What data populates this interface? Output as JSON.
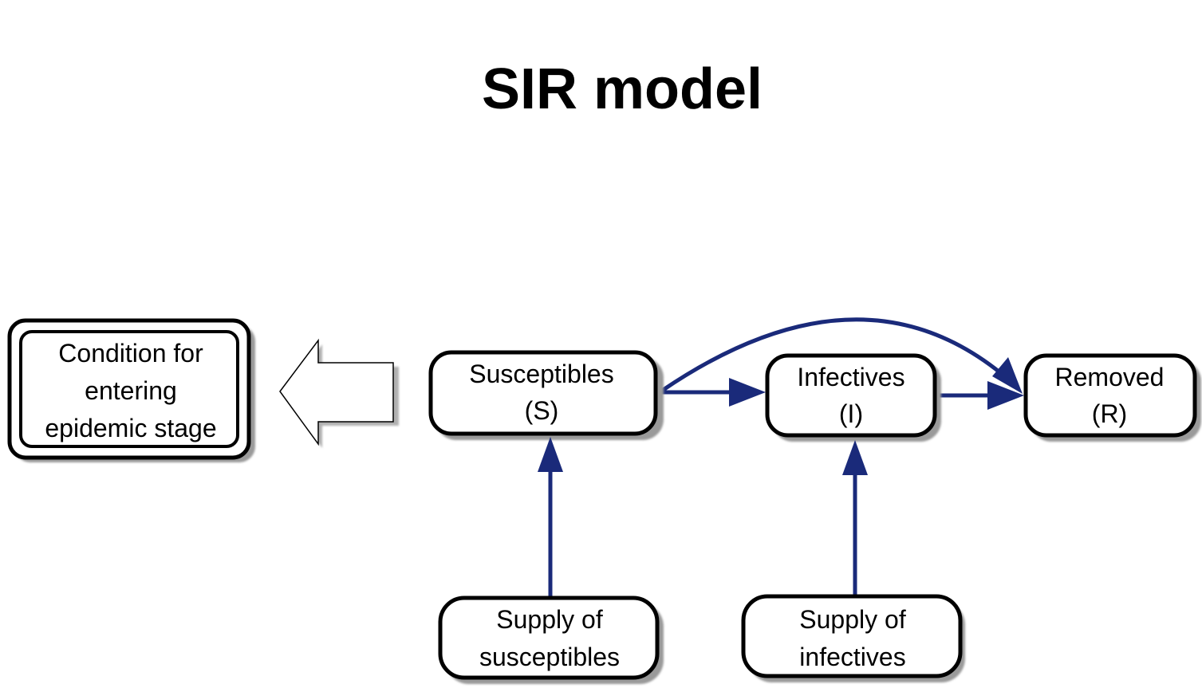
{
  "title": "SIR model",
  "colors": {
    "arrow": "#1a2a7a",
    "box_stroke": "#000000",
    "shadow": "#9a9a9a"
  },
  "nodes": {
    "condition": [
      "Condition for",
      "entering",
      "epidemic stage"
    ],
    "susceptibles": [
      "Susceptibles",
      "(S)"
    ],
    "infectives": [
      "Infectives",
      "(I)"
    ],
    "removed": [
      "Removed",
      "(R)"
    ],
    "supply_susceptibles": [
      "Supply of",
      "susceptibles"
    ],
    "supply_infectives": [
      "Supply of",
      "infectives"
    ]
  },
  "edges": [
    {
      "from": "susceptibles",
      "to": "infectives"
    },
    {
      "from": "infectives",
      "to": "removed"
    },
    {
      "from": "susceptibles",
      "to": "removed"
    },
    {
      "from": "supply_susceptibles",
      "to": "susceptibles"
    },
    {
      "from": "supply_infectives",
      "to": "infectives"
    }
  ]
}
